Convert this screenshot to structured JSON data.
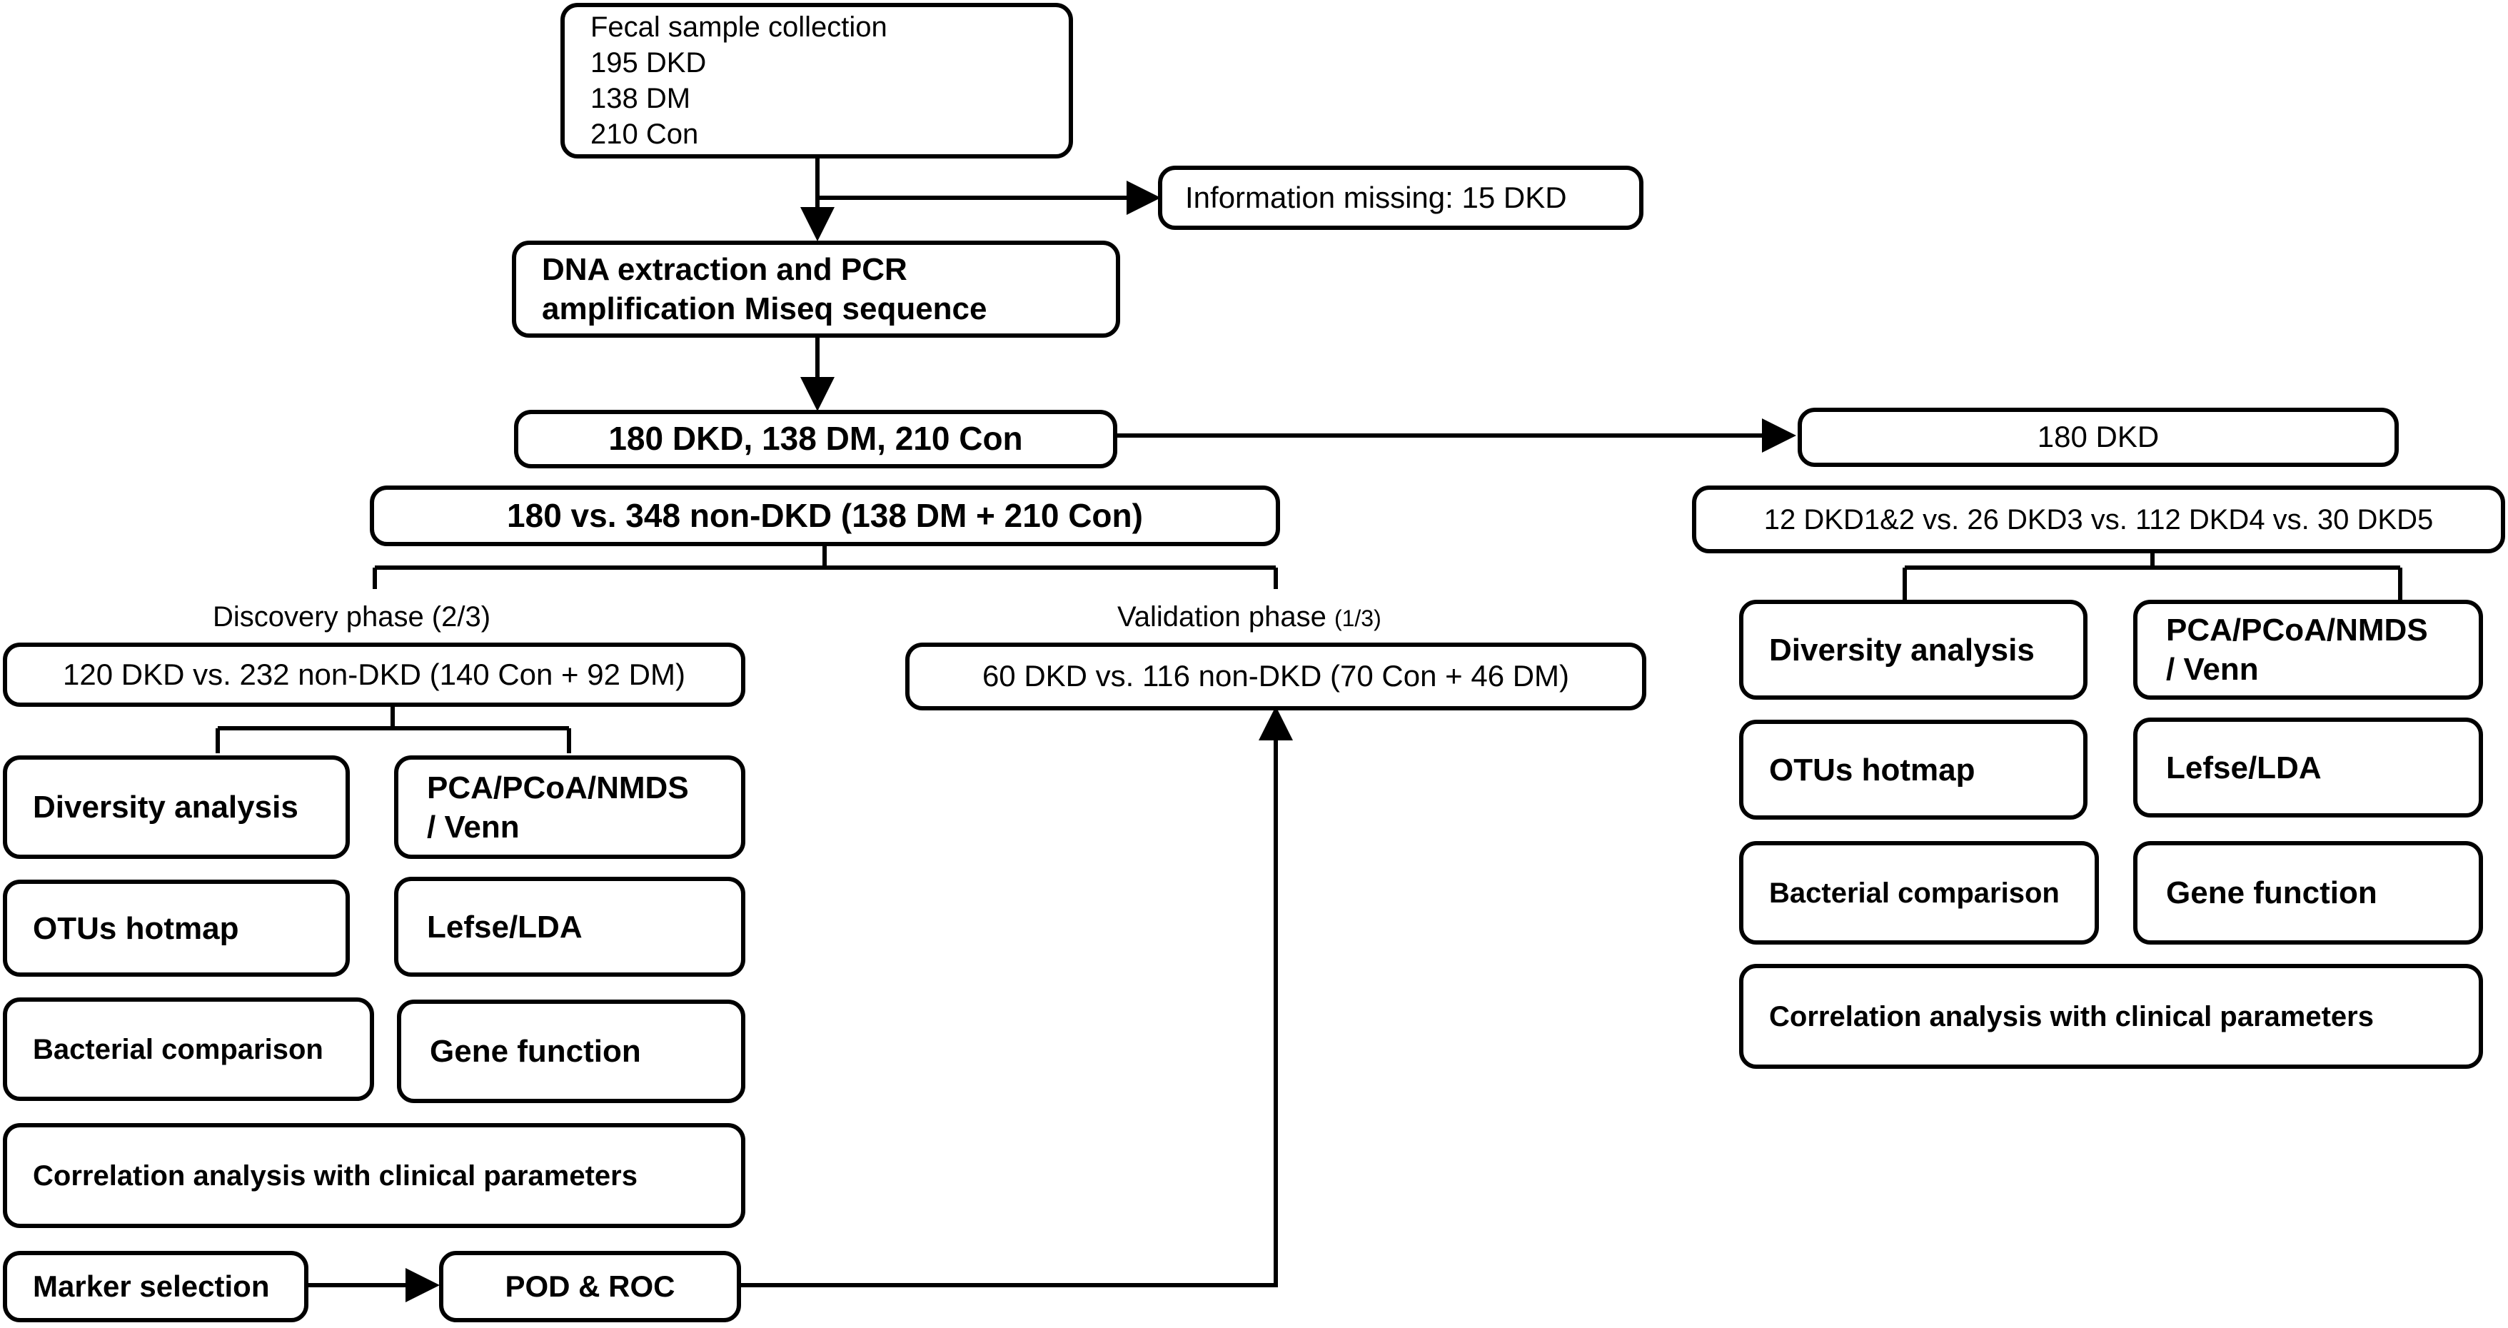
{
  "flow": {
    "collection": {
      "title": "Fecal sample collection",
      "lines": [
        "195 DKD",
        "138 DM",
        "210 Con"
      ]
    },
    "missing": "Information missing: 15 DKD",
    "dna": [
      "DNA extraction and PCR",
      "amplification Miseq sequence"
    ],
    "total": "180 DKD, 138 DM, 210 Con",
    "comparison": "180 vs. 348 non-DKD (138 DM + 210 Con)",
    "discovery": {
      "phase_label": "Discovery phase (2/3)",
      "groups": "120 DKD vs. 232 non-DKD (140 Con + 92 DM)",
      "analyses": {
        "diversity": "Diversity analysis",
        "pca": [
          "PCA/PCoA/NMDS",
          "/ Venn"
        ],
        "otus": "OTUs hotmap",
        "lefse": "Lefse/LDA",
        "bacterial": "Bacterial comparison",
        "gene": "Gene function",
        "correlation": "Correlation analysis with clinical parameters"
      },
      "marker": "Marker selection",
      "pod_roc": "POD & ROC"
    },
    "validation": {
      "phase_label": "Validation phase",
      "phase_fraction": "(1/3)",
      "groups": "60 DKD vs. 116 non-DKD (70 Con + 46 DM)"
    },
    "stages": {
      "title": "180 DKD",
      "groups": "12 DKD1&2 vs. 26 DKD3 vs. 112 DKD4 vs. 30 DKD5",
      "analyses": {
        "diversity": "Diversity analysis",
        "pca": [
          "PCA/PCoA/NMDS",
          "/ Venn"
        ],
        "otus": "OTUs hotmap",
        "lefse": "Lefse/LDA",
        "bacterial": "Bacterial comparison",
        "gene": "Gene function",
        "correlation": "Correlation analysis with clinical parameters"
      }
    }
  }
}
